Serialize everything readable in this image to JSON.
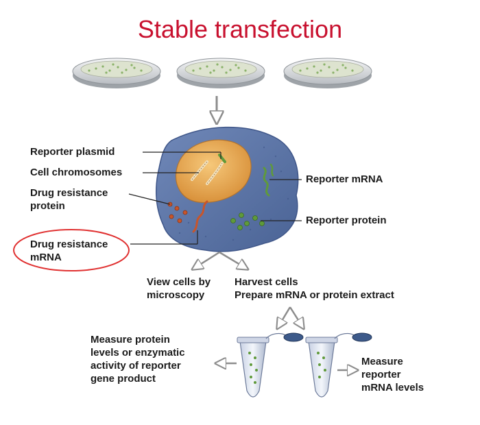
{
  "title": "Stable transfection",
  "labels": {
    "reporter_plasmid": "Reporter plasmid",
    "cell_chromosomes": "Cell chromosomes",
    "drug_resistance_protein": "Drug resistance\nprotein",
    "drug_resistance_mrna": "Drug resistance\nmRNA",
    "reporter_mrna": "Reporter mRNA",
    "reporter_protein": "Reporter protein",
    "view_cells": "View cells by\nmicroscopy",
    "harvest_cells": "Harvest cells\nPrepare mRNA or protein extract",
    "measure_protein": "Measure protein\nlevels or enzymatic\nactivity of reporter\ngene product",
    "measure_mrna": "Measure\nreporter\nmRNA levels"
  },
  "colors": {
    "title": "#c8102e",
    "highlight_ellipse": "#e03030",
    "cell": "#5b74a6",
    "nucleus": "#e8a64d",
    "drug_resistance": "#c8552a",
    "reporter": "#5f9a3a"
  }
}
